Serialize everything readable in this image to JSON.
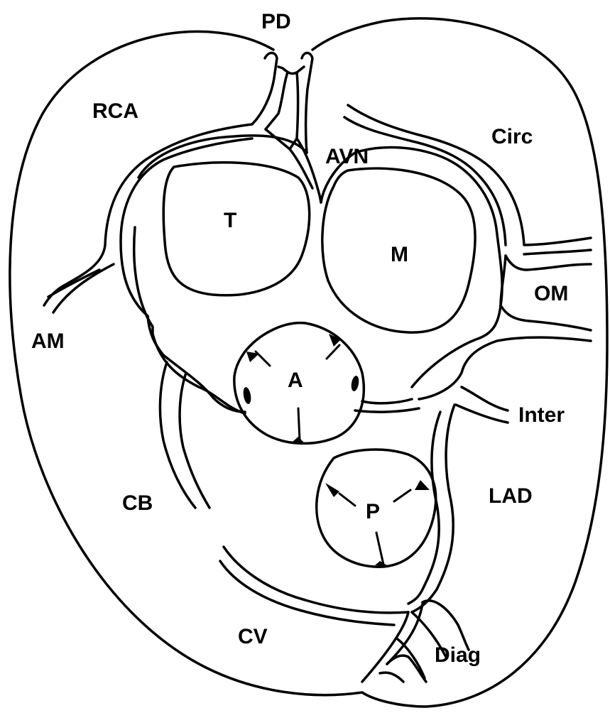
{
  "labels": {
    "pd": "PD",
    "rca": "RCA",
    "avn": "AVN",
    "circ": "Circ",
    "t": "T",
    "m": "M",
    "om": "OM",
    "am": "AM",
    "a": "A",
    "inter": "Inter",
    "cb": "CB",
    "lad": "LAD",
    "p": "P",
    "cv": "CV",
    "diag": "Diag"
  },
  "colors": {
    "stroke": "#000000",
    "background": "#ffffff"
  }
}
